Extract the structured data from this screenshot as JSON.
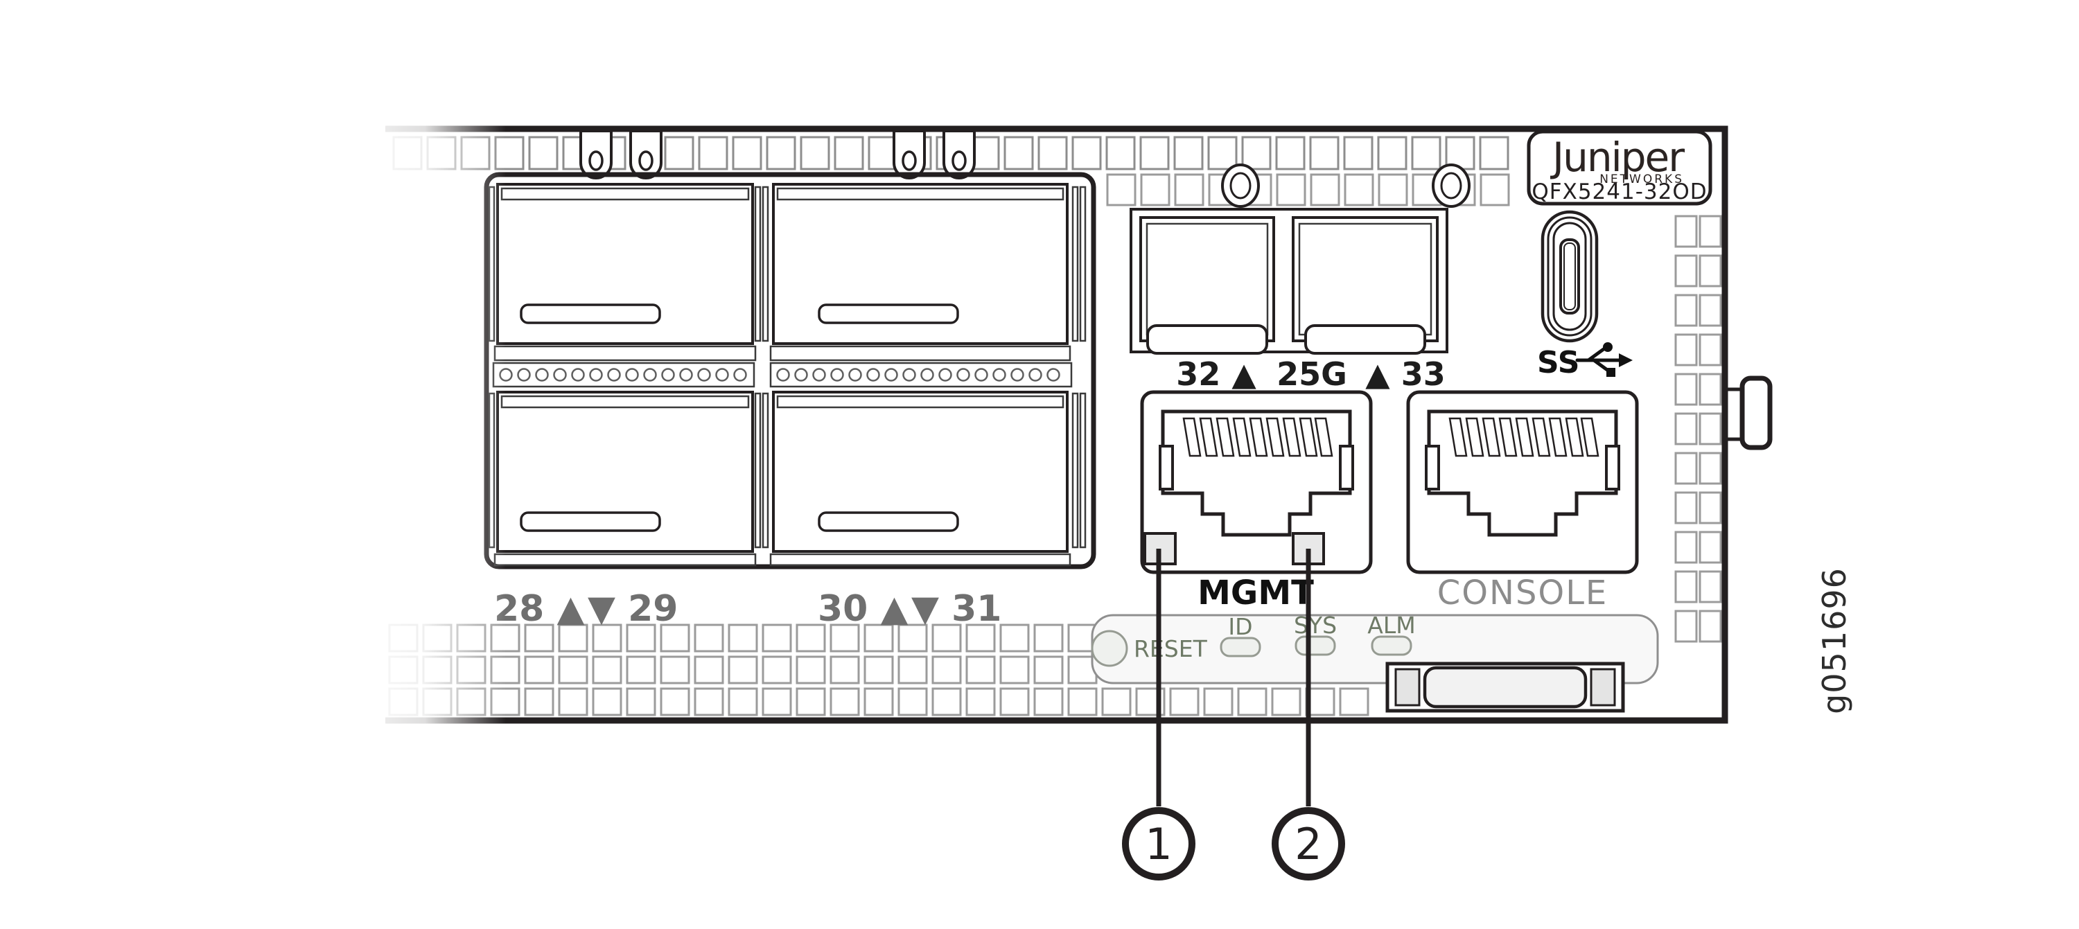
{
  "figure": {
    "id": "g051696"
  },
  "device": {
    "brand": "Juniper",
    "brand_sub": "NETWORKS",
    "model": "QFX5241-32OD"
  },
  "labels": {
    "ports_left": [
      {
        "text": "28 ▲"
      },
      {
        "text": "▼ 29"
      },
      {
        "text": "30 ▲"
      },
      {
        "text": "▼ 31"
      }
    ],
    "port32": "32 ▲",
    "speed": "25G",
    "port33": "▲ 33",
    "mgmt": "MGMT",
    "console": "CONSOLE",
    "usb": "SS",
    "reset": "RESET",
    "id_led": "ID",
    "sys_led": "SYS",
    "alm_led": "ALM"
  },
  "callouts": [
    {
      "number": "1",
      "target": "mgmt-left-led"
    },
    {
      "number": "2",
      "target": "mgmt-right-led"
    }
  ],
  "colors": {
    "line": "#231f20",
    "vent_grey": "#9b9b9b",
    "label_grey": "#6f6f6f",
    "console_grey": "#8c8c8c",
    "panel_text": "#6e7a66",
    "led_fill": "#eff1ee"
  }
}
